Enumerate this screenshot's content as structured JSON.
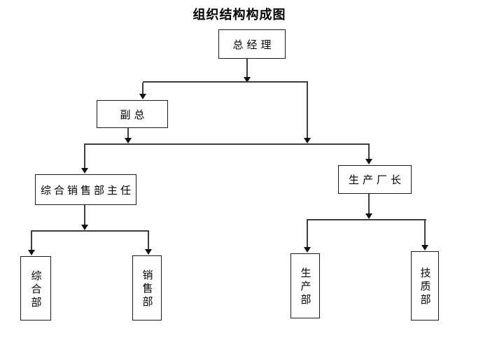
{
  "title": "组织结构构成图",
  "colors": {
    "background": "#ffffff",
    "line": "#3d3d3d",
    "arrow": "#111111",
    "box_border": "#1a1a1a",
    "text": "#000000"
  },
  "nodes": {
    "general_manager": {
      "label": "总经理"
    },
    "deputy_general_manager": {
      "label": "副总"
    },
    "comprehensive_sales_director": {
      "label": "综合销售部主任"
    },
    "production_factory_manager": {
      "label": "生产厂长"
    },
    "comprehensive_dept": {
      "label": "综合部"
    },
    "sales_dept": {
      "label": "销售部"
    },
    "production_dept": {
      "label": "生产部"
    },
    "tech_quality_dept": {
      "label": "技质部"
    }
  },
  "edges": [
    {
      "from": "general_manager",
      "to": "deputy_general_manager"
    },
    {
      "from": "general_manager",
      "to": "level2_bus"
    },
    {
      "from": "deputy_general_manager",
      "to": "level2_bus"
    },
    {
      "from": "level2_bus",
      "to": "comprehensive_sales_director"
    },
    {
      "from": "level2_bus",
      "to": "production_factory_manager"
    },
    {
      "from": "comprehensive_sales_director",
      "to": "comprehensive_dept"
    },
    {
      "from": "comprehensive_sales_director",
      "to": "sales_dept"
    },
    {
      "from": "production_factory_manager",
      "to": "production_dept"
    },
    {
      "from": "production_factory_manager",
      "to": "tech_quality_dept"
    }
  ]
}
